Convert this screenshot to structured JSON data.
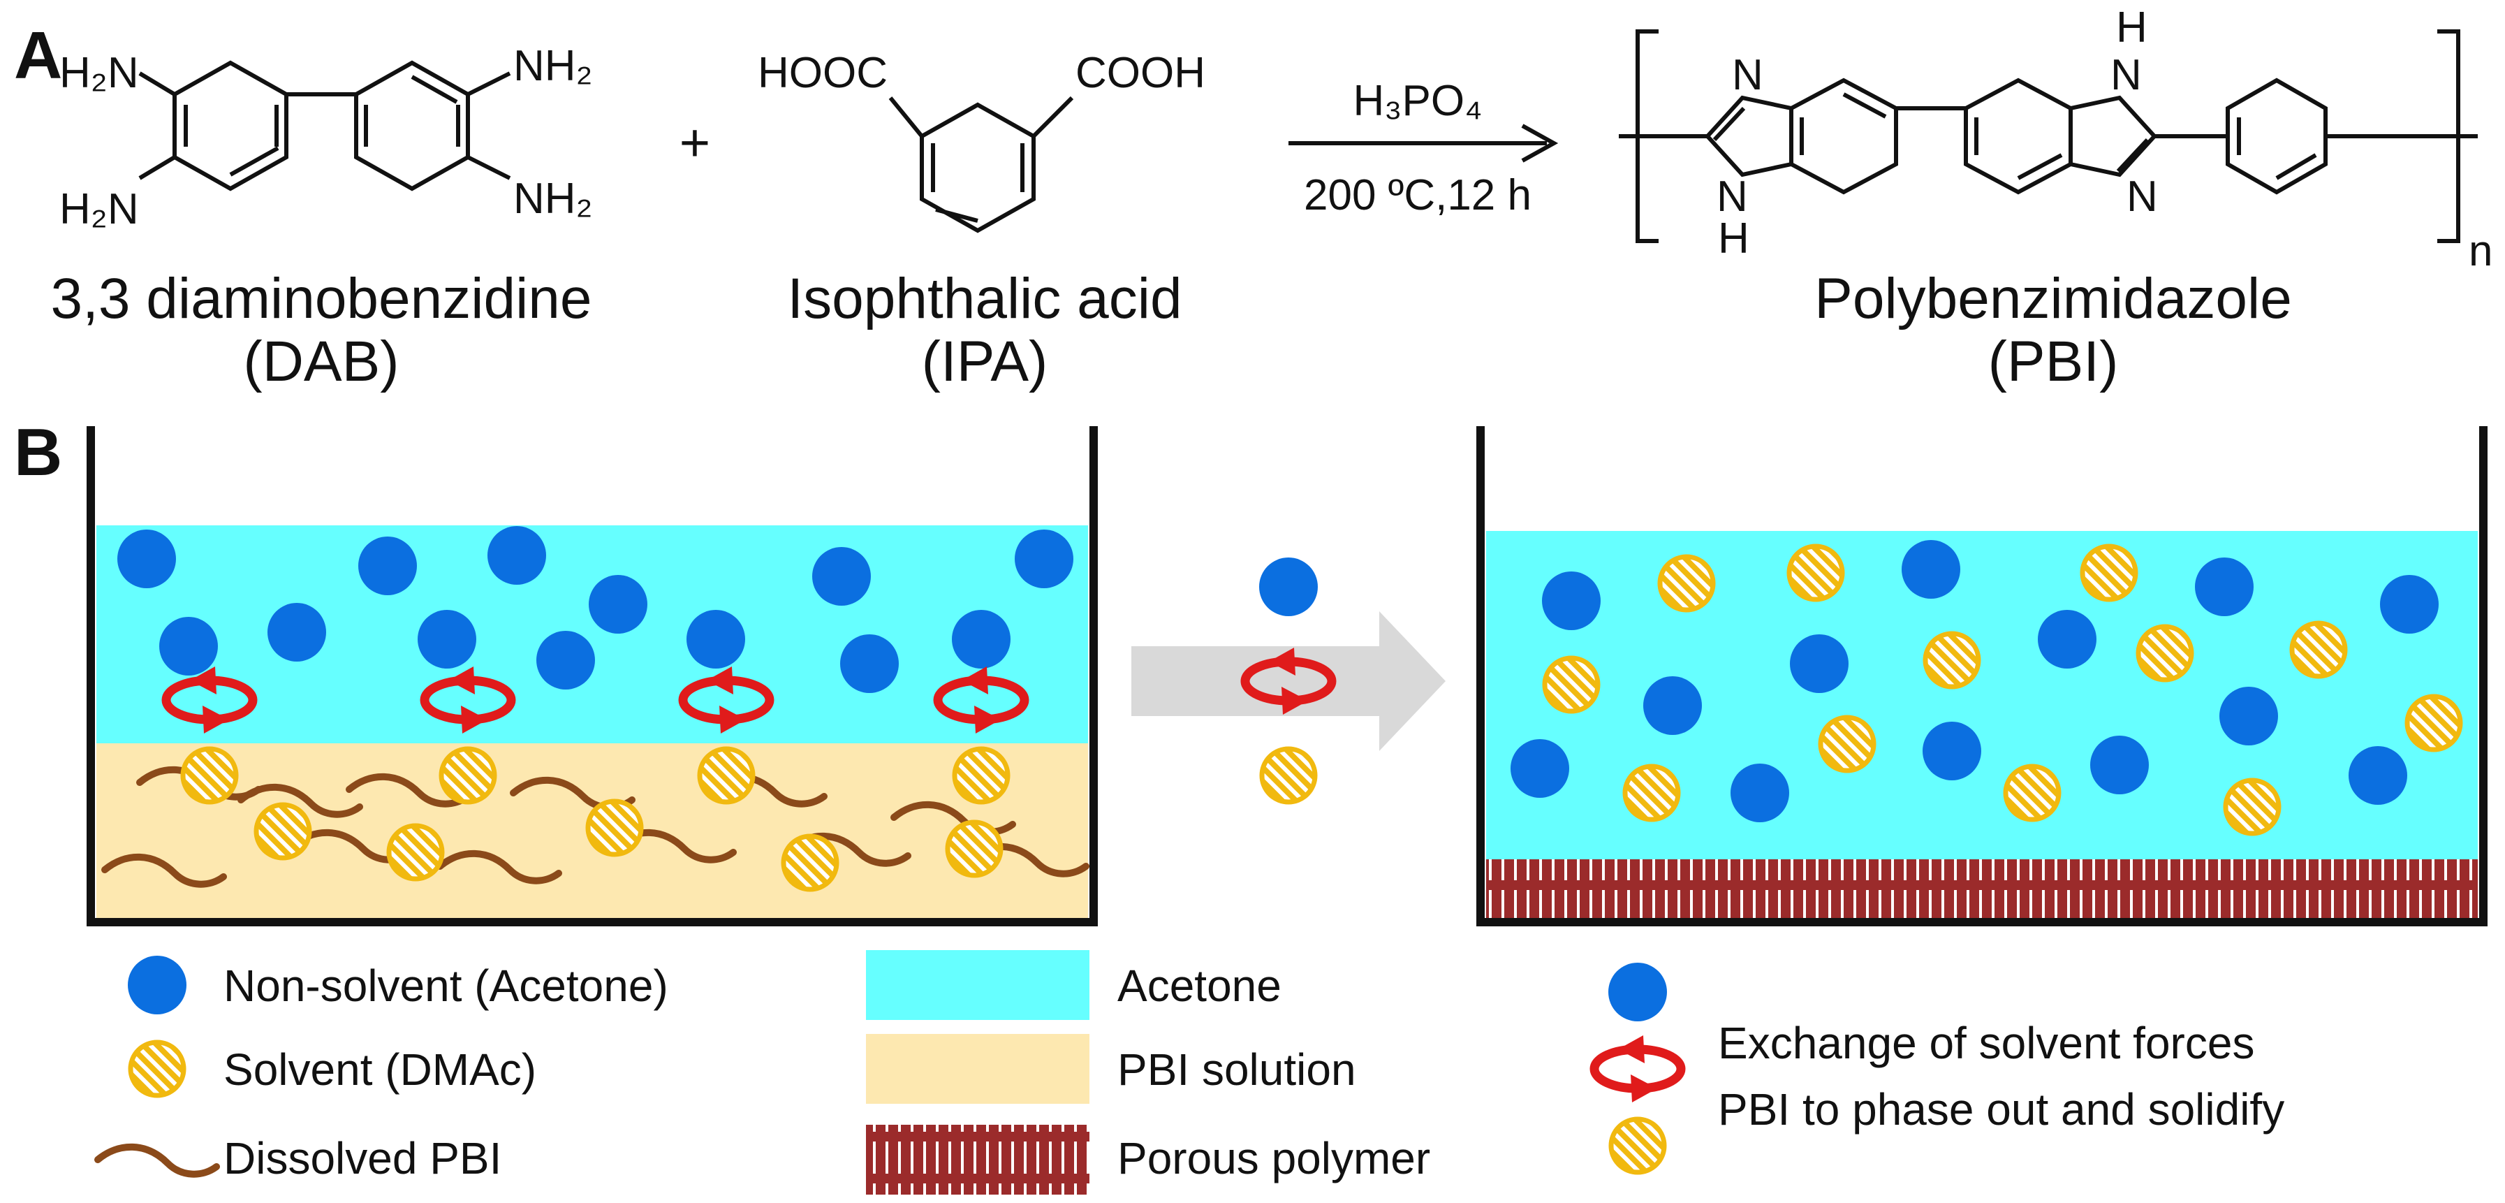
{
  "panels": {
    "a": "A",
    "b": "B"
  },
  "reaction": {
    "plus": "+",
    "dab": {
      "h2n_top": "H₂N",
      "h2n_bottom": "H₂N",
      "nh2_top": "NH₂",
      "nh2_bottom": "NH₂",
      "name": "3,3 diaminobenzidine",
      "abbr": "(DAB)"
    },
    "ipa": {
      "left_group": "HOOC",
      "right_group": "COOH",
      "name": "Isophthalic acid",
      "abbr": "(IPA)"
    },
    "conditions": {
      "reagent": "H₃PO₄",
      "temp_time": "200 ºC,12 h"
    },
    "pbi": {
      "n_atom": "N",
      "nh_atom": "H",
      "repeat_n": "n",
      "name": "Polybenzimidazole",
      "abbr": "(PBI)"
    }
  },
  "legend": {
    "non_solvent": "Non-solvent (Acetone)",
    "solvent": "Solvent (DMAc)",
    "dissolved": "Dissolved PBI",
    "acetone": "Acetone",
    "pbi_solution": "PBI solution",
    "porous": "Porous polymer",
    "exchange_line1": "Exchange of solvent forces",
    "exchange_line2": "PBI to phase out and solidify"
  },
  "colors": {
    "acetone": "#66ffff",
    "pbi_solution": "#fde8b0",
    "non_solvent": "#0b6fe0",
    "solvent": "#f1b90f",
    "dissolved_pbi": "#8b4a1a",
    "porous": "#9b2b2b",
    "exchange_arrow": "#e01b1b",
    "process_arrow": "#d9d9d9"
  }
}
